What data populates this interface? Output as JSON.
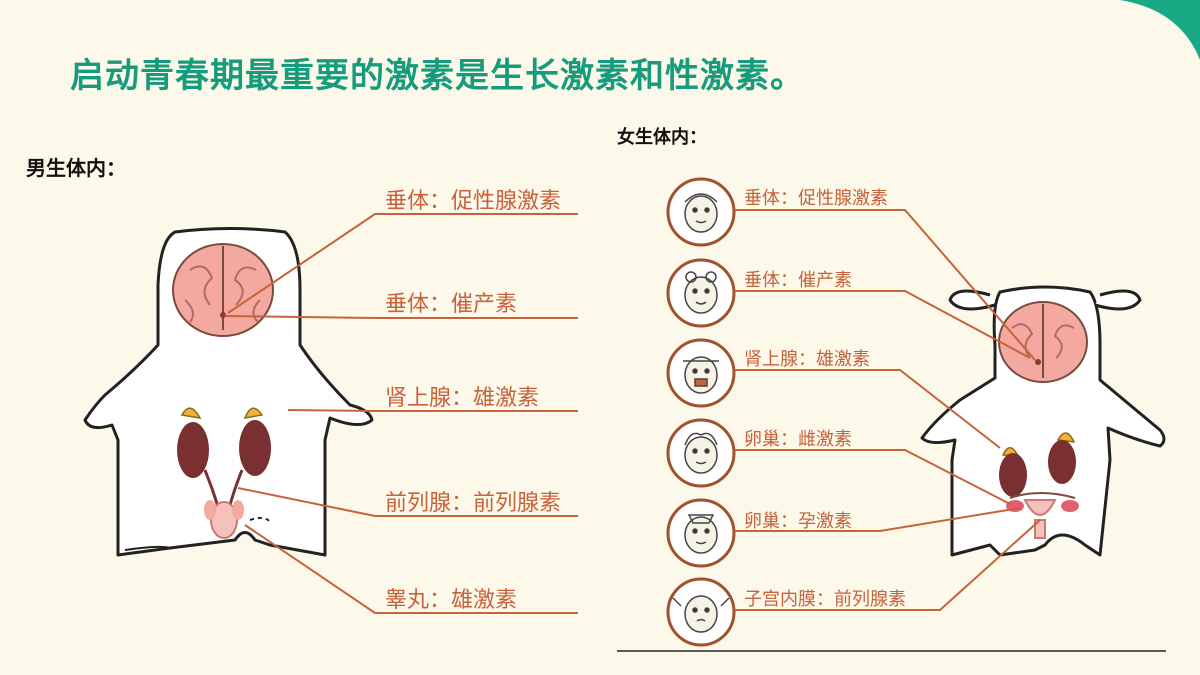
{
  "title": "启动青春期最重要的激素是生长激素和性激素。",
  "male": {
    "label": "男生体内：",
    "items": [
      {
        "text": "垂体：促性腺激素"
      },
      {
        "text": "垂体：催产素"
      },
      {
        "text": "肾上腺：雄激素"
      },
      {
        "text": "前列腺：前列腺素"
      },
      {
        "text": "睾丸：雄激素"
      }
    ]
  },
  "female": {
    "label": "女生体内：",
    "items": [
      {
        "text": "垂体：促性腺激素"
      },
      {
        "text": "垂体：催产素"
      },
      {
        "text": "肾上腺：雄激素"
      },
      {
        "text": "卵巢：雌激素"
      },
      {
        "text": "卵巢：孕激素"
      },
      {
        "text": "子宫内膜：前列腺素"
      }
    ]
  },
  "colors": {
    "title": "#169c7c",
    "label": "#c8623a",
    "accent": "#1aa985",
    "line": "#c8623a"
  }
}
